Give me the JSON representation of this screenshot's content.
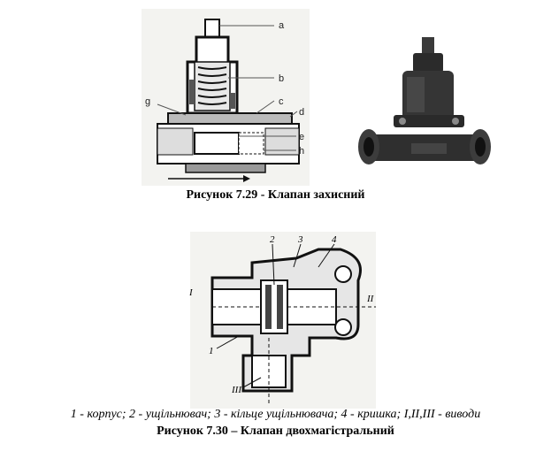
{
  "figure1": {
    "labels": [
      "a",
      "b",
      "c",
      "d",
      "e",
      "g",
      "h"
    ],
    "caption": "Рисунок 7.29 - Клапан захисний"
  },
  "figure2": {
    "labels": [
      "1",
      "2",
      "3",
      "4",
      "I",
      "II",
      "III"
    ],
    "legend": "1 - корпус; 2 - ущільнювач; 3 - кільце ущільнювача; 4 - кришка; I,II,III - виводи",
    "caption": "Рисунок 7.30 – Клапан двохмагістральний"
  }
}
